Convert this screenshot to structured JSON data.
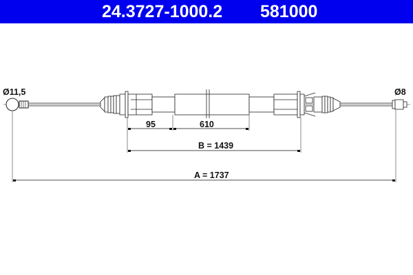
{
  "header": {
    "part_number": "24.3727-1000.2",
    "reference": "581000",
    "background": "#0000ee"
  },
  "drawing": {
    "left_end_label": "Ø11,5",
    "right_end_label": "Ø8",
    "dim_95": "95",
    "dim_610": "610",
    "dim_b": "B = 1439",
    "dim_a": "A = 1737"
  }
}
